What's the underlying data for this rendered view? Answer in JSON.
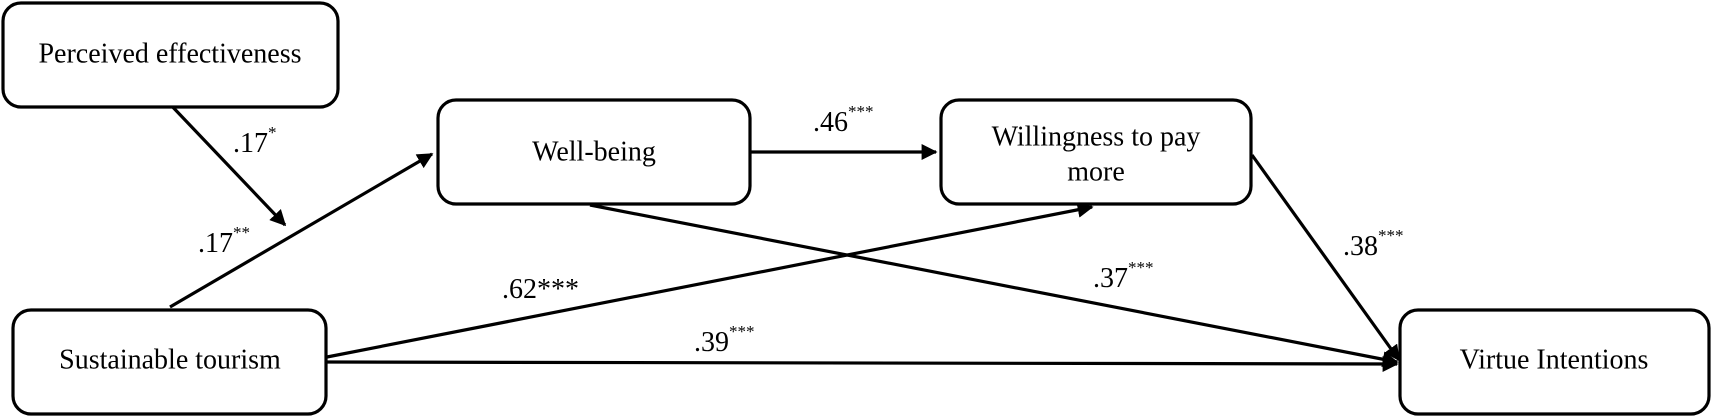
{
  "nodes": {
    "perceived_effectiveness": {
      "label": "Perceived effectiveness"
    },
    "well_being": {
      "label": "Well-being"
    },
    "willingness": {
      "label_line1": "Willingness to pay",
      "label_line2": "more"
    },
    "sustainable_tourism": {
      "label": "Sustainable tourism"
    },
    "virtue_intentions": {
      "label": "Virtue Intentions"
    }
  },
  "paths": {
    "pe_to_st_wb": {
      "coef": ".17",
      "sig": "*"
    },
    "st_to_wb": {
      "coef": ".17",
      "sig": "**"
    },
    "wb_to_wtp": {
      "coef": ".46",
      "sig": "***"
    },
    "st_to_wtp": {
      "coef": ".62***",
      "sig": ""
    },
    "wb_to_vi": {
      "coef": ".37",
      "sig": "***"
    },
    "wtp_to_vi": {
      "coef": ".38",
      "sig": "***"
    },
    "st_to_vi": {
      "coef": ".39",
      "sig": "***"
    }
  }
}
